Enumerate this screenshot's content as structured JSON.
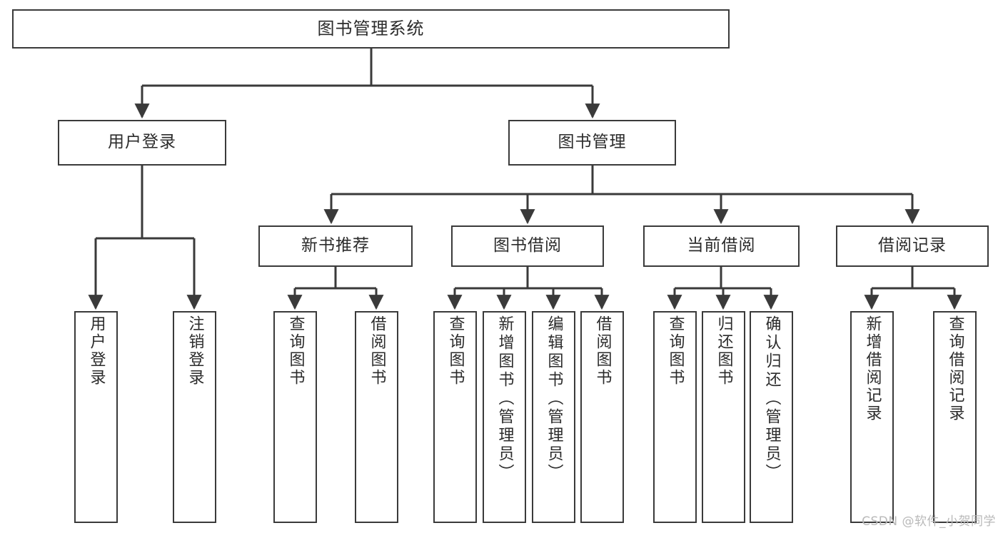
{
  "diagram": {
    "title": "图书管理系统",
    "watermark": "CSDN @软件_小贺同学",
    "line_color": "#3a3a3a",
    "box_fill": "#ffffff",
    "text_color": "#2b2b2b",
    "nodes": {
      "root": {
        "label": "图书管理系统"
      },
      "level2": [
        {
          "label": "用户登录"
        },
        {
          "label": "图书管理"
        }
      ],
      "level3": [
        {
          "label": "新书推荐"
        },
        {
          "label": "图书借阅"
        },
        {
          "label": "当前借阅"
        },
        {
          "label": "借阅记录"
        }
      ],
      "leaves_user_login": [
        {
          "label": "用户登录"
        },
        {
          "label": "注销登录"
        }
      ],
      "leaves_new_book": [
        {
          "label": "查询图书"
        },
        {
          "label": "借阅图书"
        }
      ],
      "leaves_book_borrow": [
        {
          "label": "查询图书"
        },
        {
          "label": "新增图书（管理员）"
        },
        {
          "label": "编辑图书（管理员）"
        },
        {
          "label": "借阅图书"
        }
      ],
      "leaves_current_borrow": [
        {
          "label": "查询图书"
        },
        {
          "label": "归还图书"
        },
        {
          "label": "确认归还（管理员）"
        }
      ],
      "leaves_borrow_record": [
        {
          "label": "新增借阅记录"
        },
        {
          "label": "查询借阅记录"
        }
      ]
    }
  }
}
